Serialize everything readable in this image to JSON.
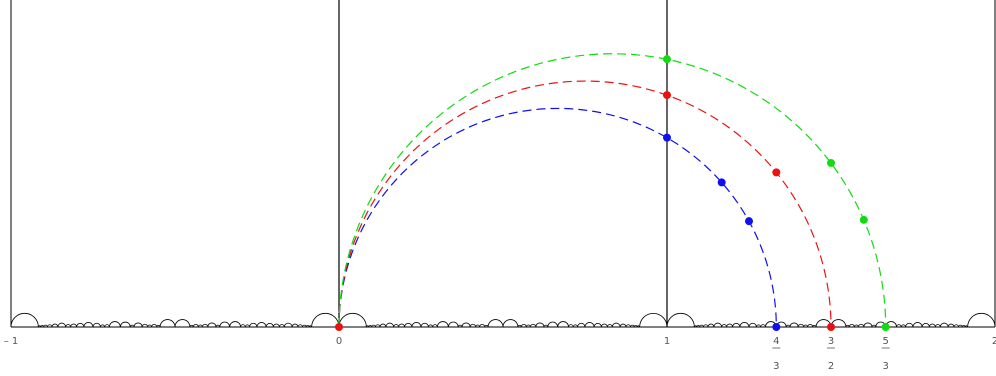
{
  "diagram": {
    "x_range": [
      -1,
      2
    ],
    "tick_labels": [
      {
        "value": -1,
        "text": "– 1"
      },
      {
        "value": 0,
        "text": "0"
      },
      {
        "value": 1,
        "text": "1"
      },
      {
        "value": 2,
        "text": "2"
      }
    ],
    "fraction_labels": [
      {
        "value": 1.3333,
        "num": "4",
        "den": "3"
      },
      {
        "value": 1.5,
        "num": "3",
        "den": "2"
      },
      {
        "value": 1.6667,
        "num": "5",
        "den": "3"
      }
    ],
    "vertical_lines": [
      0,
      1
    ],
    "farey_max_denominator": 12,
    "dashed_arcs": [
      {
        "from": 0,
        "to": 1.3333,
        "color": "#1010ee",
        "points": [
          1.0,
          1.25,
          1.1667
        ]
      },
      {
        "from": 0,
        "to": 1.5,
        "color": "#ee1010",
        "points": [
          1.0,
          1.3333
        ]
      },
      {
        "from": 0,
        "to": 1.6667,
        "color": "#10dd10",
        "points": [
          1.0,
          1.5,
          1.6
        ]
      }
    ],
    "endpoint_dots": [
      {
        "value": 0,
        "color": "#ee1010"
      },
      {
        "value": 1.3333,
        "color": "#1010ee"
      },
      {
        "value": 1.5,
        "color": "#ee1010"
      },
      {
        "value": 1.6667,
        "color": "#10dd10"
      }
    ]
  }
}
